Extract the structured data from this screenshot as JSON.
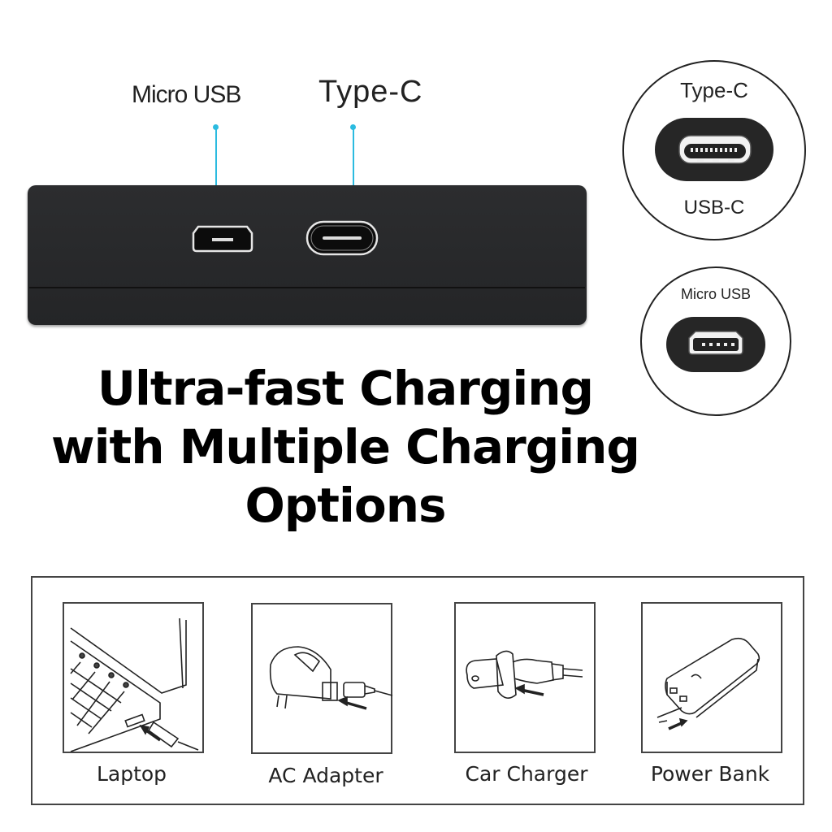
{
  "ports": {
    "micro_usb_label": "Micro USB",
    "type_c_label": "Type-C"
  },
  "callouts": {
    "type_c": {
      "title": "Type-C",
      "subtitle": "USB-C"
    },
    "micro_usb": {
      "title": "Micro USB"
    }
  },
  "headline": {
    "line1": "Ultra-fast Charging",
    "line2": "with Multiple Charging",
    "line3": "Options"
  },
  "charging_options": [
    {
      "label": "Laptop",
      "icon": "laptop-icon"
    },
    {
      "label": "AC Adapter",
      "icon": "ac-adapter-icon"
    },
    {
      "label": "Car Charger",
      "icon": "car-charger-icon"
    },
    {
      "label": "Power Bank",
      "icon": "power-bank-icon"
    }
  ],
  "colors": {
    "accent_leader": "#2bbbe0",
    "device_body": "#2a2b2d"
  }
}
